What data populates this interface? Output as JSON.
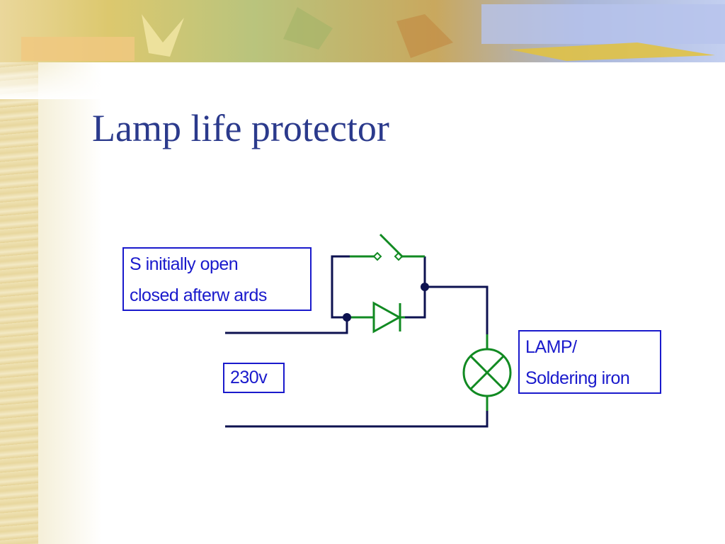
{
  "slide": {
    "title": "Lamp life protector"
  },
  "diagram": {
    "labels": {
      "switch_note_line1": "S initially open",
      "switch_note_line2": "closed afterw ards",
      "voltage": "230v",
      "lamp_line1": "LAMP/",
      "lamp_line2": "Soldering iron"
    },
    "components": [
      "switch",
      "diode",
      "lamp"
    ],
    "colors": {
      "wire": "#0d1250",
      "component": "#118a22",
      "label_text": "#1a1acc",
      "label_border": "#1a1acc",
      "title": "#2b3a8c"
    }
  }
}
